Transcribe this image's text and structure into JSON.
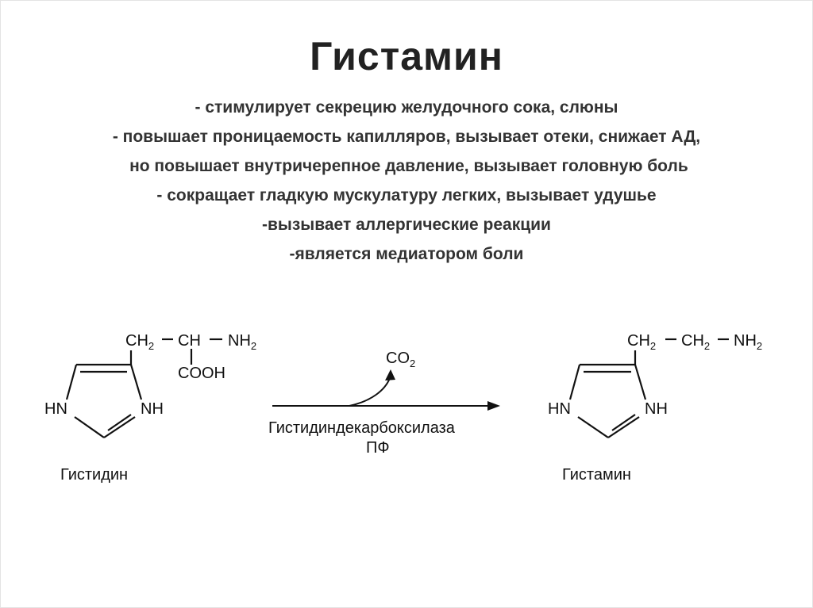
{
  "slide": {
    "title": "Гистамин",
    "effects": [
      "- стимулирует секрецию желудочного сока, слюны",
      "- повышает проницаемость капилляров, вызывает отеки, снижает АД,",
      " но повышает внутричерепное давление, вызывает головную боль",
      "- сокращает гладкую мускулатуру легких, вызывает удушье",
      "-вызывает аллергические реакции",
      "-является медиатором боли"
    ]
  },
  "reaction": {
    "substrate": {
      "name": "Гистидин",
      "side_chain_1": "CH",
      "side_chain_1_sub": "2",
      "dash": "–",
      "side_chain_2": "CH",
      "amine": "NH",
      "amine_sub": "2",
      "carboxyl": "COOH",
      "ring_left": "HN",
      "ring_right": "NH"
    },
    "byproduct": {
      "formula": "CO",
      "formula_sub": "2"
    },
    "enzyme": "Гистидиндекарбоксилаза",
    "cofactor": "ПФ",
    "product": {
      "name": "Гистамин",
      "side_chain_1": "CH",
      "side_chain_1_sub": "2",
      "side_chain_2": "CH",
      "side_chain_2_sub": "2",
      "amine": "NH",
      "amine_sub": "2",
      "ring_left": "HN",
      "ring_right": "NH"
    }
  },
  "colors": {
    "text": "#222222",
    "lines": "#111111",
    "background": "#ffffff"
  }
}
